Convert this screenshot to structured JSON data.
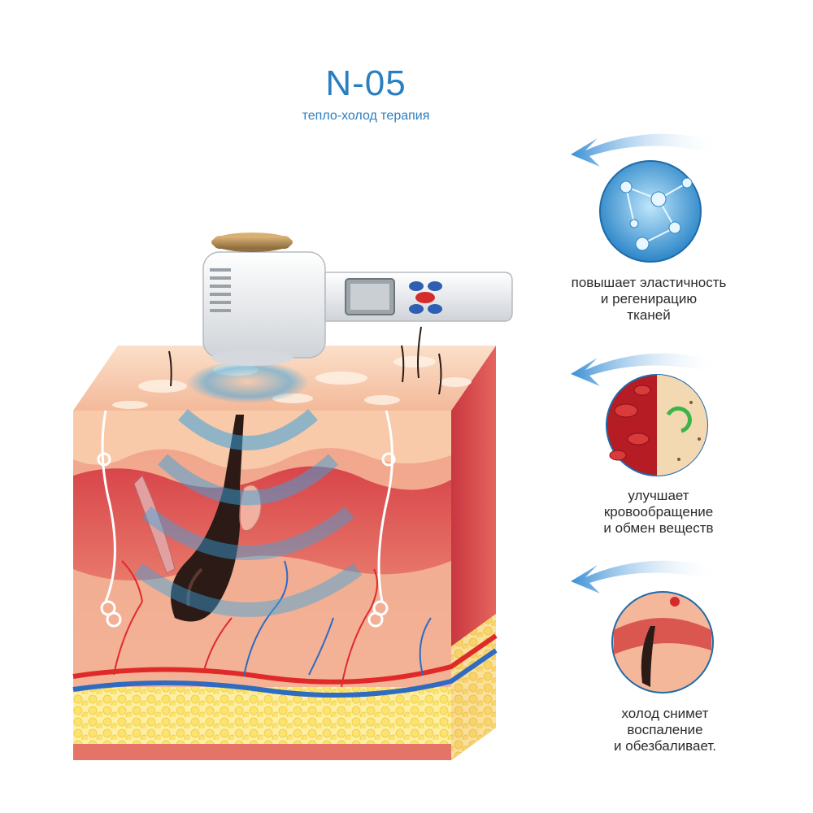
{
  "header": {
    "title": "N-05",
    "subtitle": "тепло-холод терапия"
  },
  "benefits": [
    {
      "icon": "molecule-icon",
      "lines": [
        "повышает эластичность",
        "и регенирацию",
        "тканей"
      ]
    },
    {
      "icon": "blood-cells-icon",
      "lines": [
        "улучшает",
        "кровообращение",
        "и обмен веществ"
      ]
    },
    {
      "icon": "skin-closeup-icon",
      "lines": [
        "холод снимет",
        "воспаление",
        "и обезбаливает."
      ]
    }
  ],
  "colors": {
    "accent": "#2a7fc1",
    "wave": "#3aa3dd",
    "skin_top": "#f6c9a8",
    "dermis": "#d9574f",
    "fat": "#fbe98a",
    "artery": "#e02a2a",
    "vein": "#2f6bc0"
  }
}
